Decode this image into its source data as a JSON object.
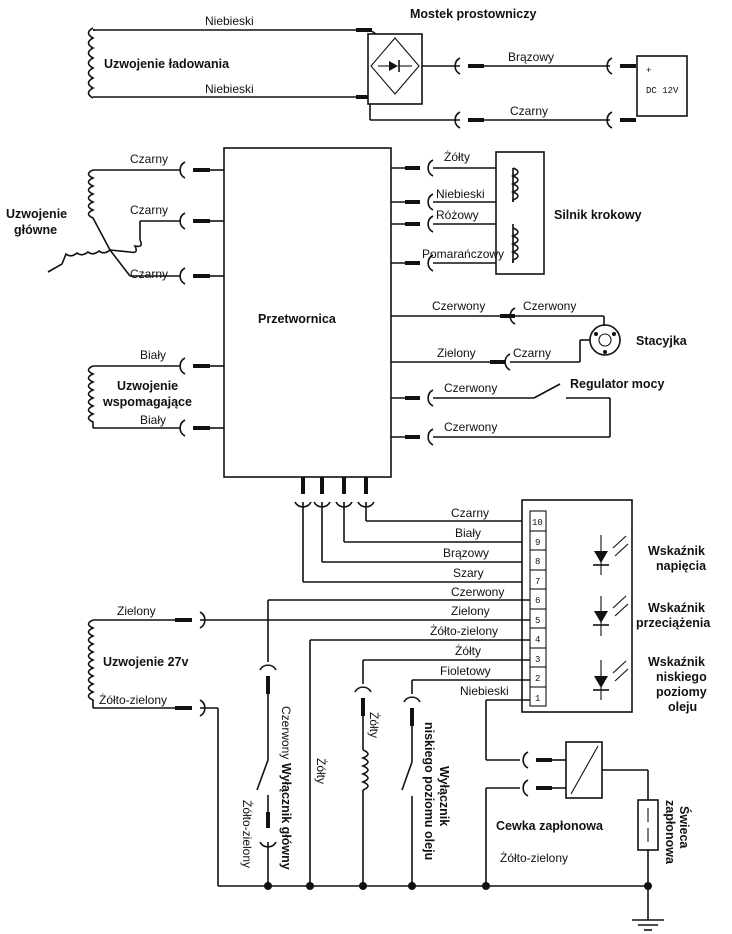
{
  "colors": {
    "ink": "#111111",
    "paper": "#ffffff"
  },
  "labels": {
    "rectifier_title": "Mostek prostowniczy",
    "charge_coil": "Uzwojenie ładowania",
    "blue_top": "Niebieski",
    "blue_bottom": "Niebieski",
    "brown_dc": "Brązowy",
    "black_dc": "Czarny",
    "dc_plus": "+",
    "dc_value": "DC 12V",
    "main_coil_l1": "Uzwojenie",
    "main_coil_l2": "główne",
    "black_1": "Czarny",
    "black_2": "Czarny",
    "black_3": "Czarny",
    "inverter": "Przetwornica",
    "yellow_step": "Żółty",
    "blue_step": "Niebieski",
    "pink_step": "Różowy",
    "orange_step": "Pomarańczowy",
    "stepper": "Silnik krokowy",
    "red_a": "Czerwony",
    "red_b": "Czerwony",
    "green_sw": "Zielony",
    "black_sw": "Czarny",
    "ignition_switch": "Stacyjka",
    "red_power": "Czerwony",
    "power_regulator": "Regulator mocy",
    "red_power_2": "Czerwony",
    "aux_coil_l1": "Uzwojenie",
    "aux_coil_l2": "wspomagające",
    "white_1": "Biały",
    "white_2": "Biały",
    "p_black": "Czarny",
    "p_white": "Biały",
    "p_brown": "Brązowy",
    "p_gray": "Szary",
    "p_red": "Czerwony",
    "p_green": "Zielony",
    "p_yg": "Żółto-zielony",
    "p_yellow": "Żółty",
    "p_violet": "Fioletowy",
    "p_blue": "Niebieski",
    "ind_voltage_l1": "Wskaźnik",
    "ind_voltage_l2": "napięcia",
    "ind_overload_l1": "Wskaźnik",
    "ind_overload_l2": "przeciążenia",
    "ind_oil_l1": "Wskaźnik",
    "ind_oil_l2": "niskiego",
    "ind_oil_l3": "poziomy",
    "ind_oil_l4": "oleju",
    "coil27_green": "Zielony",
    "coil27": "Uzwojenie 27v",
    "coil27_yg": "Żółto-zielony",
    "v_red": "Czerwony",
    "main_switch": "Wyłącznik główny",
    "v_yg": "Żółto-zielony",
    "v_yellow_1": "Żółty",
    "v_yellow_2": "Żółty",
    "oil_switch_l1": "Wyłącznik",
    "oil_switch_l2": "niskiego poziomu oleju",
    "ignition_coil": "Cewka zapłonowa",
    "spark_l1": "Świeca",
    "spark_l2": "zapłonowa",
    "bottom_yg": "Żółto-zielony",
    "pins": [
      "10",
      "9",
      "8",
      "7",
      "6",
      "5",
      "4",
      "3",
      "2",
      "1"
    ]
  }
}
